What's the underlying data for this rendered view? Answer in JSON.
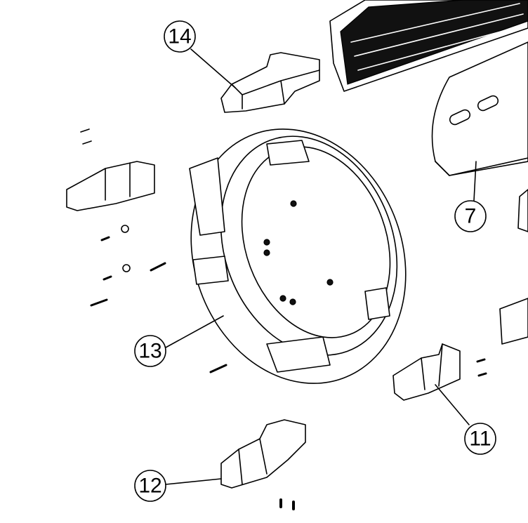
{
  "diagram": {
    "type": "exploded-parts-view",
    "callouts": [
      {
        "id": "14",
        "label": "14"
      },
      {
        "id": "7",
        "label": "7"
      },
      {
        "id": "13",
        "label": "13"
      },
      {
        "id": "11",
        "label": "11"
      },
      {
        "id": "12",
        "label": "12"
      }
    ]
  }
}
